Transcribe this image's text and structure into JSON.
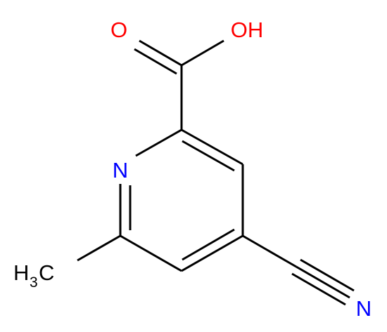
{
  "molecule": {
    "colors": {
      "bond": "#000000",
      "oxygen": "#ff0000",
      "nitrogen": "#0000ff",
      "carbon_label": "#000000"
    },
    "atoms": {
      "carbonyl_oxygen": "O",
      "hydroxyl": "OH",
      "ring_nitrogen": "N",
      "nitrile_nitrogen": "N",
      "methyl_main": "H",
      "methyl_subscript": "3",
      "methyl_carbon": "C"
    }
  }
}
